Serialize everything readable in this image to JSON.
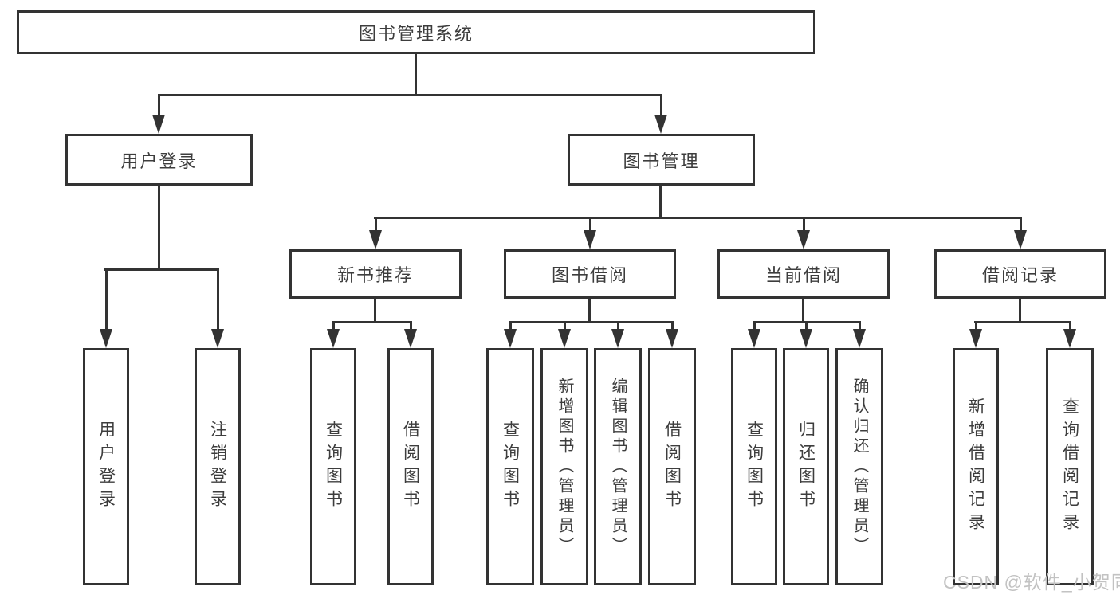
{
  "nodes": {
    "root": "图书管理系统",
    "user_login": "用户登录",
    "book_mgmt": "图书管理",
    "new_book": "新书推荐",
    "book_borrow": "图书借阅",
    "current_borrow": "当前借阅",
    "borrow_record": "借阅记录"
  },
  "leaves": {
    "user_login": [
      "用户登录",
      "注销登录"
    ],
    "new_book": [
      "查询图书",
      "借阅图书"
    ],
    "book_borrow": [
      "查询图书",
      "新增图书（管理员）",
      "编辑图书（管理员）",
      "借阅图书"
    ],
    "current_borrow": [
      "查询图书",
      "归还图书",
      "确认归还（管理员）"
    ],
    "borrow_record": [
      "新增借阅记录",
      "查询借阅记录"
    ]
  },
  "watermark": "CSDN @软件_小贺同学",
  "colors": {
    "line": "#333333",
    "text": "#3d3d3d",
    "watermark": "#c2c2c2",
    "background": "#ffffff"
  }
}
